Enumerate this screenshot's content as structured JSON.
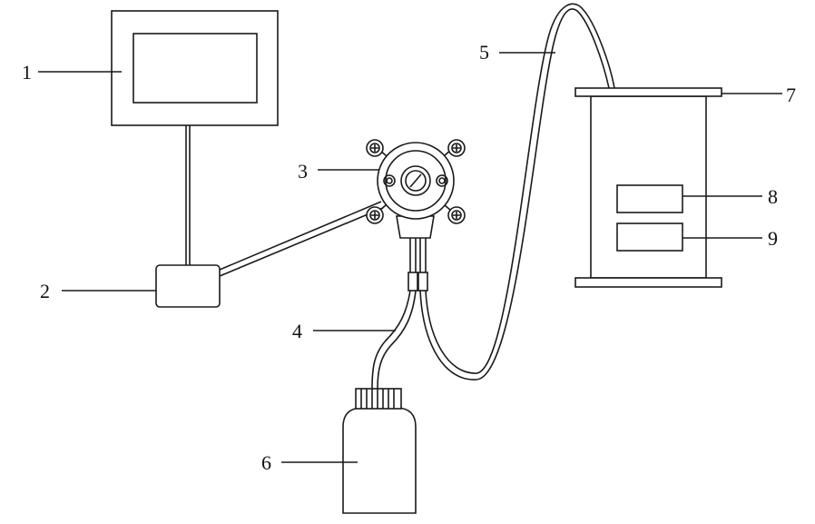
{
  "diagram": {
    "labels": {
      "monitor": "1",
      "controller": "2",
      "pump": "3",
      "inlet_tube": "4",
      "outlet_tube": "5",
      "container_lid": "7",
      "bottle": "6",
      "element_8": "8",
      "element_9": "9"
    }
  }
}
